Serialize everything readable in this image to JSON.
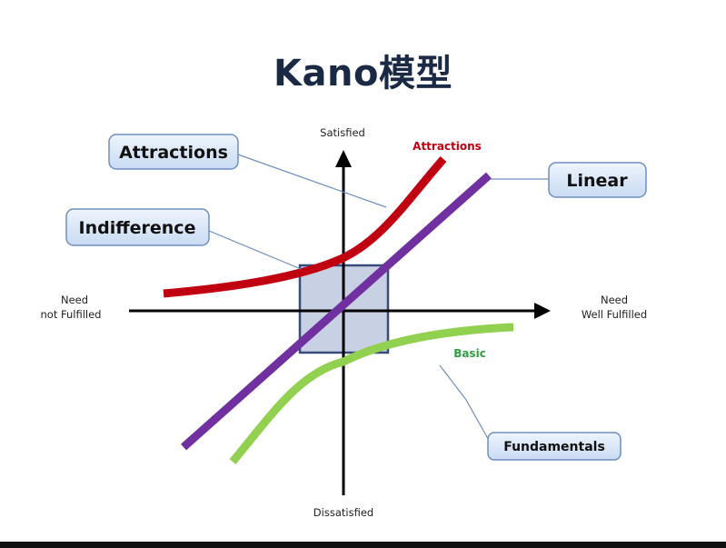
{
  "title": "Kano模型",
  "axes": {
    "top": "Satisfied",
    "bottom": "Dissatisfied",
    "left_line1": "Need",
    "left_line2": "not Fulfilled",
    "right_line1": "Need",
    "right_line2": "Well Fulfilled"
  },
  "curve_labels": {
    "attractions": "Attractions",
    "basic": "Basic"
  },
  "callouts": {
    "attractions": "Attractions",
    "indifference": "Indifference",
    "linear": "Linear",
    "fundamentals": "Fundamentals"
  },
  "colors": {
    "attractions": "#c00010",
    "linear": "#7030a0",
    "basic": "#92d050",
    "basic_label": "#2e9e45",
    "box_fill": "#c8d0e4",
    "box_stroke": "#3a4a7a",
    "callout_fill": "#d6e4f7",
    "callout_stroke": "#6f8fbf"
  }
}
